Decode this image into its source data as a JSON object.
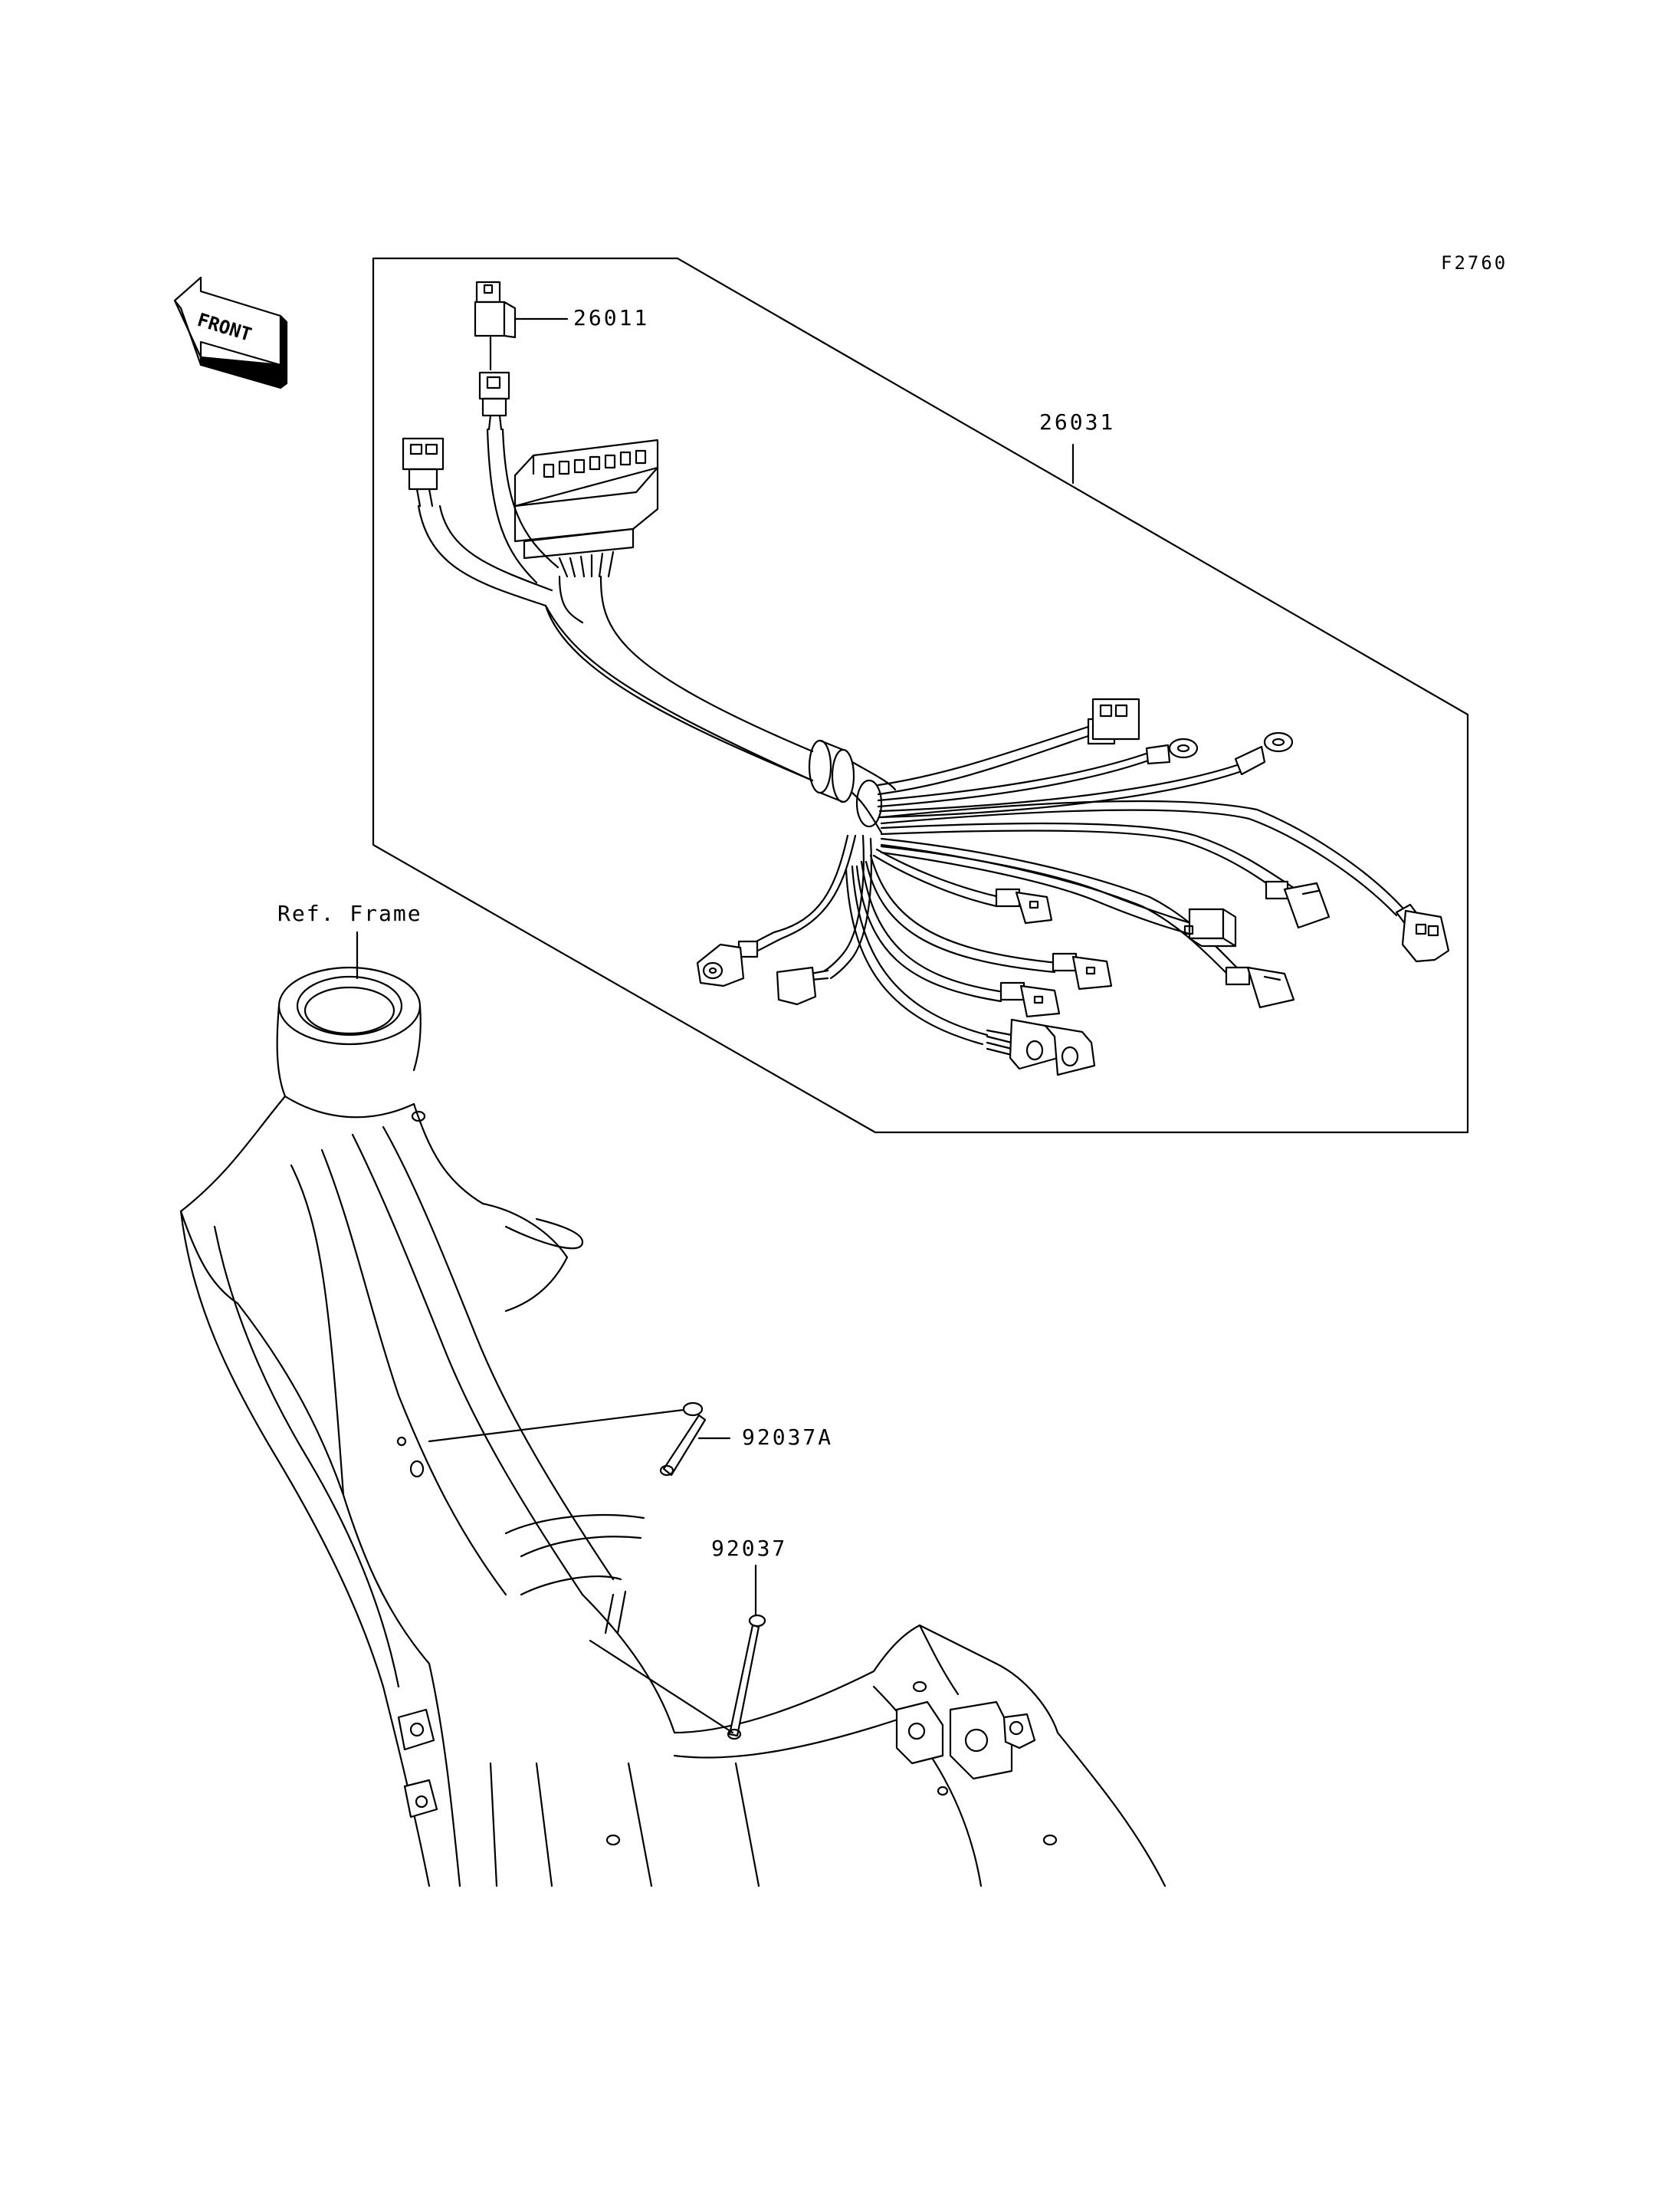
{
  "figure_code": "F2760",
  "front_arrow_text": "FRONT",
  "reference_label": "Ref. Frame",
  "parts": [
    {
      "number": "26011"
    },
    {
      "number": "26031"
    },
    {
      "number": "92037A"
    },
    {
      "number": "92037"
    }
  ]
}
